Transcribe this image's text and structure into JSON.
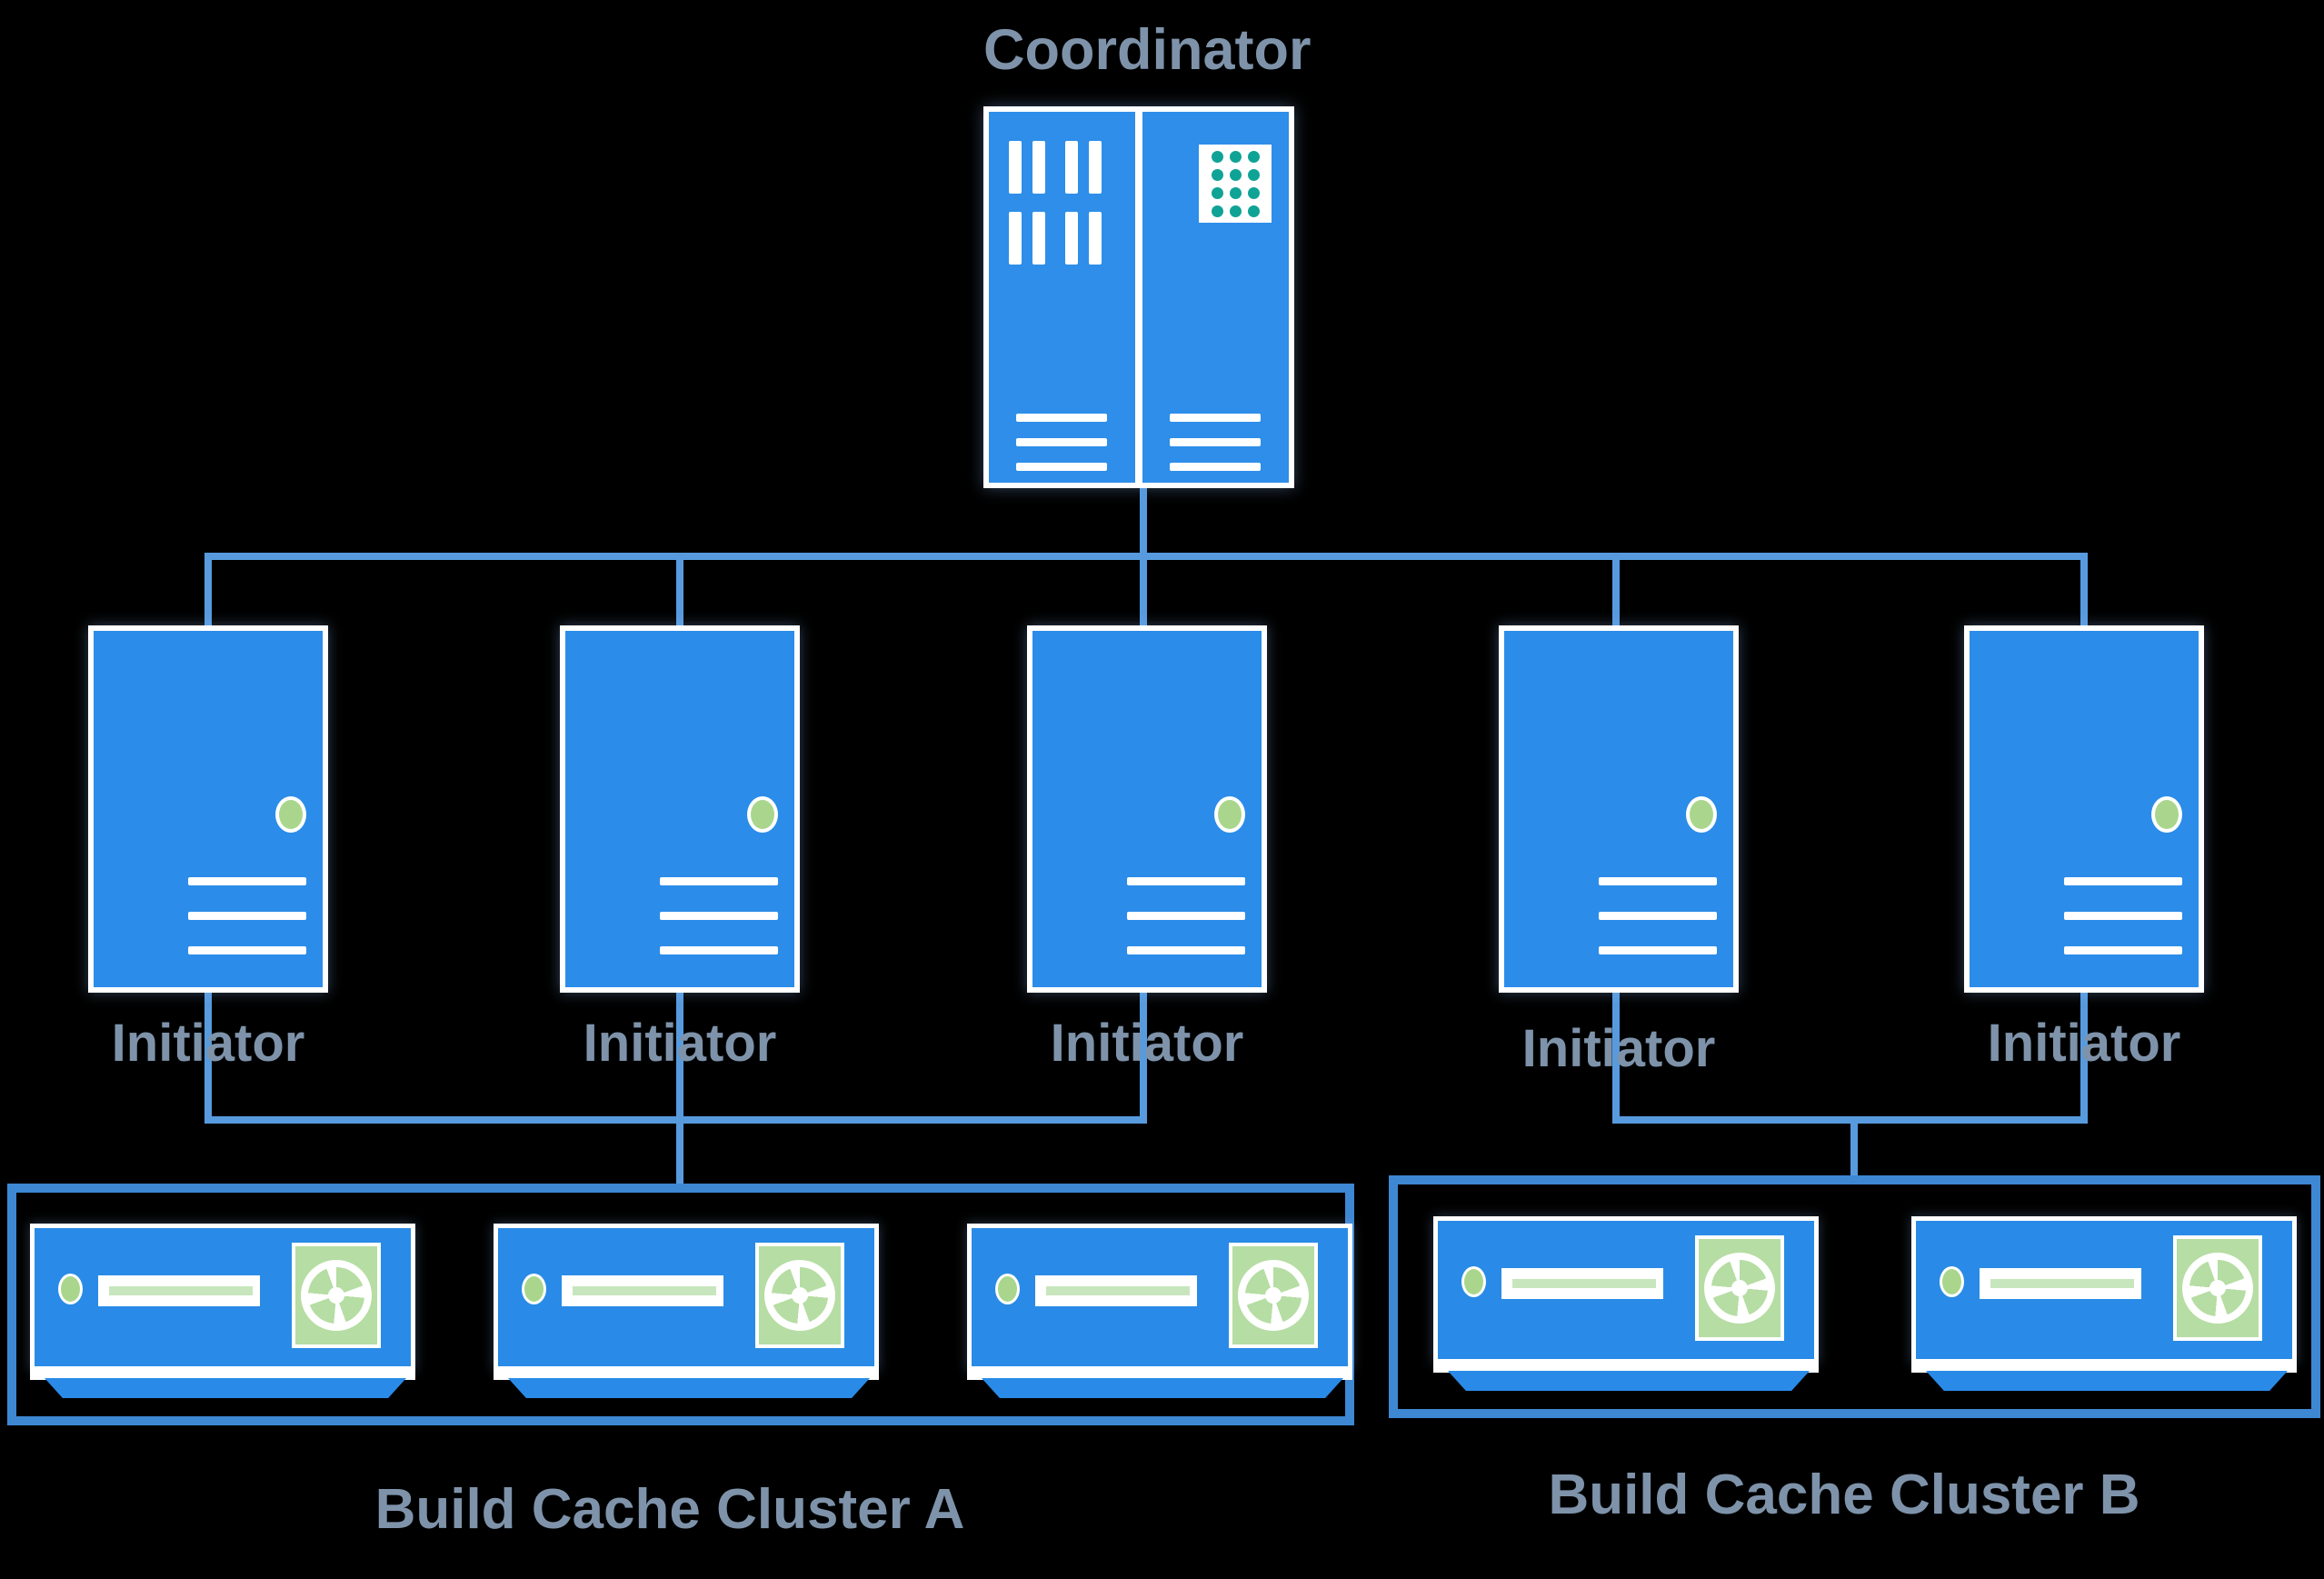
{
  "title": "Distributed build architecture diagram",
  "colors": {
    "background": "#000000",
    "node_blue": "#2B8CE9",
    "connector_blue": "#579BDE",
    "cluster_border_blue": "#3E87D3",
    "label_slate": "#7E93AA",
    "led_green": "#A9D68C",
    "fan_green": "#B6DDA3",
    "chip_teal": "#0FA396"
  },
  "nodes": {
    "coordinator": {
      "label": "Coordinator"
    },
    "initiators": [
      {
        "label": "Initiator"
      },
      {
        "label": "Initiator"
      },
      {
        "label": "Initiator"
      },
      {
        "label": "Initiator"
      },
      {
        "label": "Initiator"
      }
    ],
    "clusters": [
      {
        "label": "Build Cache Cluster A",
        "server_count": 3
      },
      {
        "label": "Build Cache Cluster B",
        "server_count": 2
      }
    ]
  }
}
